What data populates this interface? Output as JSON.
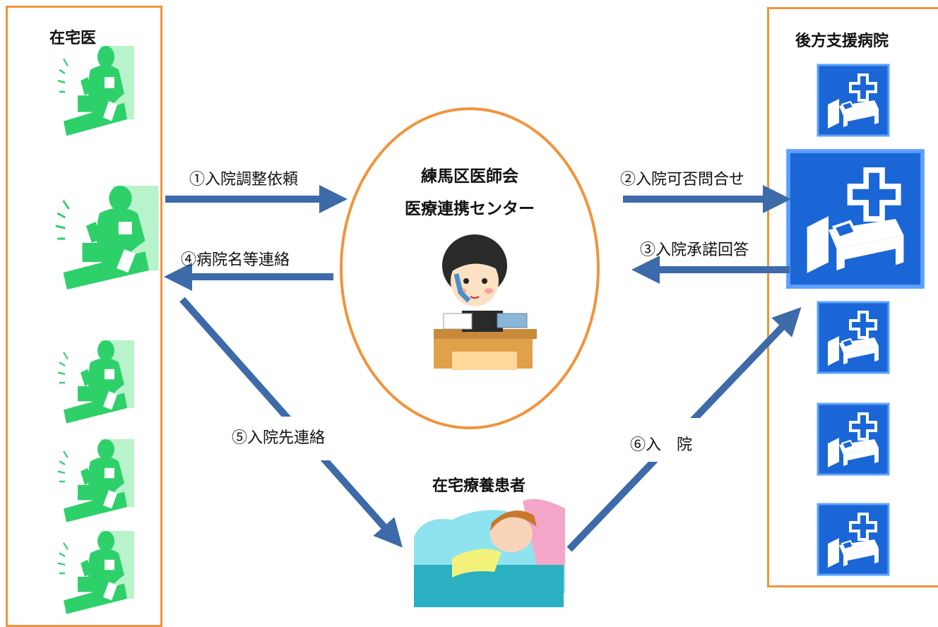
{
  "left_panel": {
    "title": "在宅医"
  },
  "right_panel": {
    "title": "後方支援病院"
  },
  "center": {
    "line1": "練馬区医師会",
    "line2": "医療連携センター"
  },
  "patient": {
    "title": "在宅療養患者"
  },
  "steps": {
    "s1": "①入院調整依頼",
    "s2": "②入院可否問合せ",
    "s3": "③入院承諾回答",
    "s4": "④病院名等連絡",
    "s5": "⑤入院先連絡",
    "s6": "⑥入　院"
  },
  "colors": {
    "panel_border": "#f0943c",
    "arrow": "#3d6aa8",
    "hospital_bg": "#1a66d6",
    "doctor": "#2ed06a"
  },
  "icons": {
    "doctor": "doctor-with-bag-icon",
    "hospital": "hospital-bed-icon",
    "operator": "call-center-operator-icon",
    "patient": "sick-patient-in-bed-icon"
  }
}
